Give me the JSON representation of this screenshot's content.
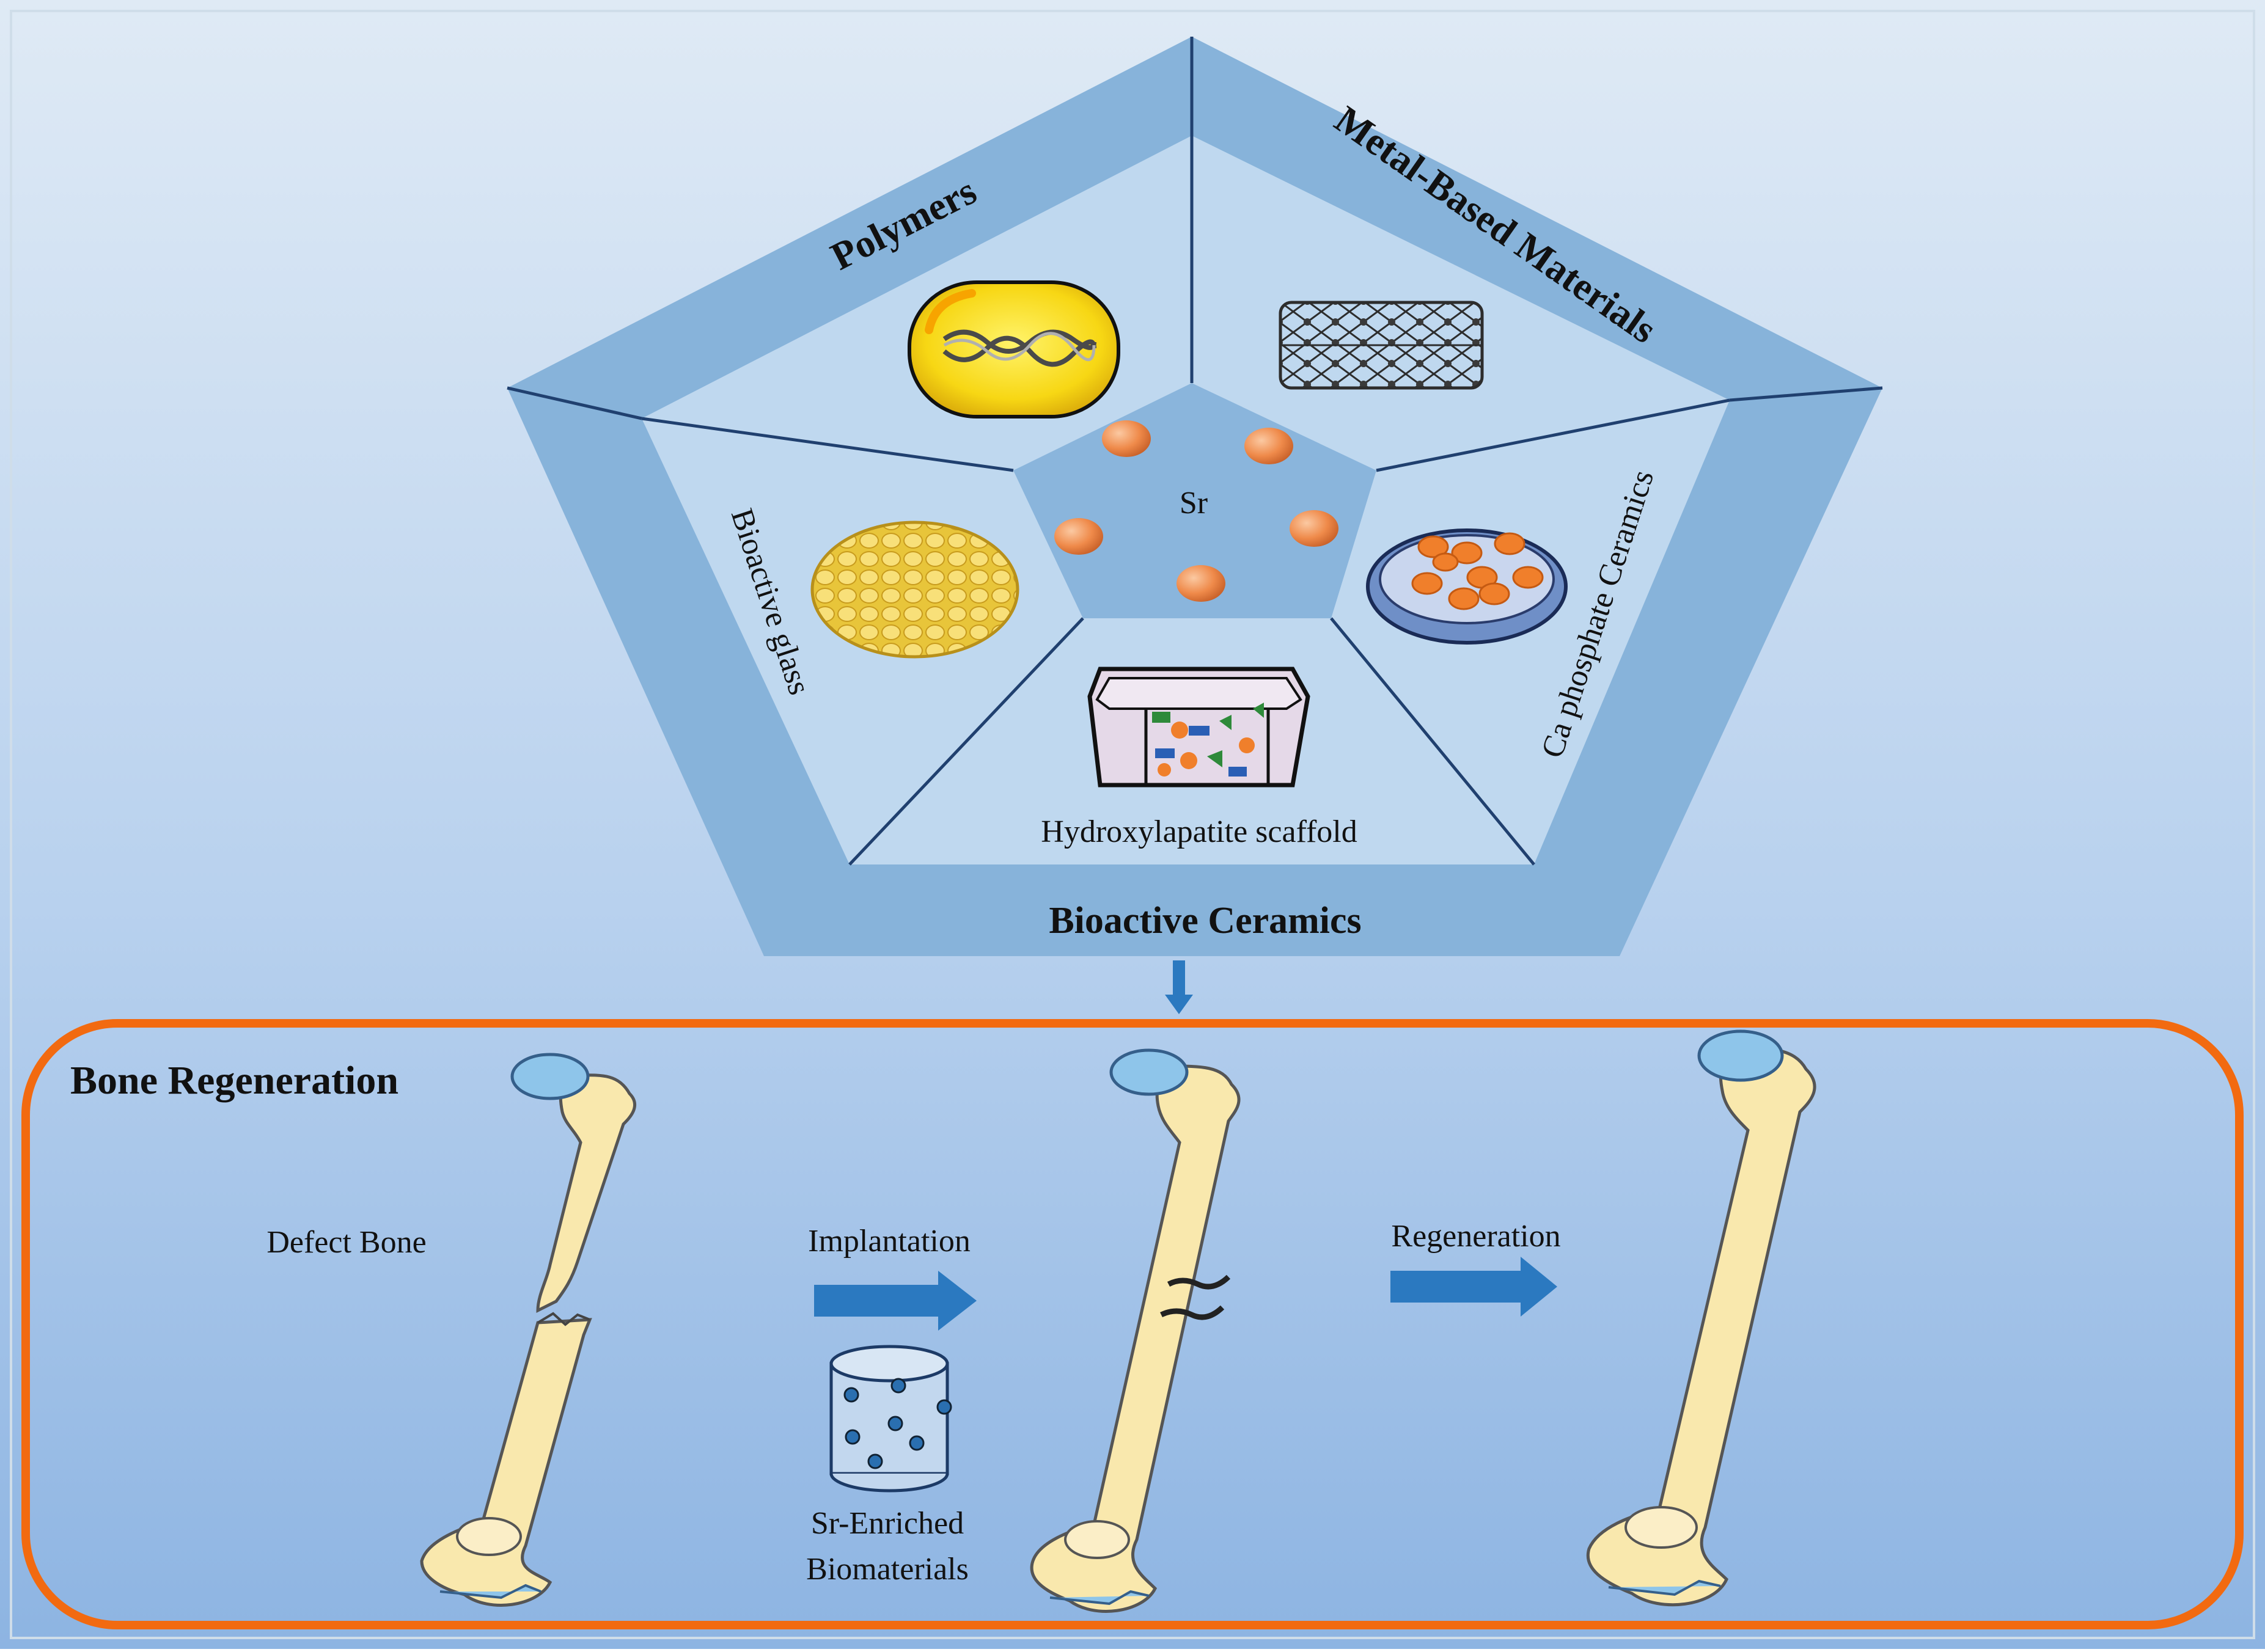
{
  "pentagon": {
    "sections": {
      "polymers": "Polymers",
      "metal": "Metal-Based Materials",
      "ca_phosphate": "Ca phosphate Ceramics",
      "bioactive_glass": "Bioactive  glass",
      "scaffold": "Hydroxylapatite  scaffold"
    },
    "center_label": "Sr",
    "bottom_label": "Bioactive Ceramics"
  },
  "regeneration": {
    "title": "Bone Regeneration",
    "defect_label": "Defect Bone",
    "implantation_label": "Implantation",
    "biomaterial_line1": "Sr-Enriched",
    "biomaterial_line2": "Biomaterials",
    "regeneration_label": "Regeneration"
  },
  "colors": {
    "background_top": "#dce8f4",
    "background_bottom": "#8fb6e2",
    "frame": "#88b4dc",
    "panel": "#bdd7ef",
    "line": "#1f3f6e",
    "orange_border": "#f26a10",
    "arrow": "#2b79c0",
    "bone": "#f9e8ad",
    "cartilage": "#8ec5ea",
    "sr_ball": "#f08a4b"
  }
}
